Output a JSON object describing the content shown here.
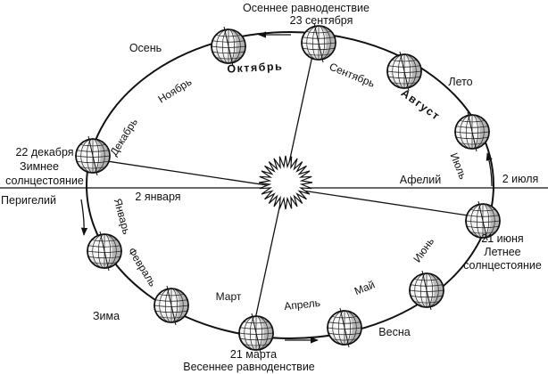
{
  "events": {
    "autumn_equinox": {
      "title": "Осеннее равноденствие",
      "date": "23 сентября"
    },
    "winter_solstice": {
      "date": "22 декабря",
      "title_1": "Зимнее",
      "title_2": "солнцестояние"
    },
    "spring_equinox": {
      "date": "21 марта",
      "title": "Весеннее равноденствие"
    },
    "summer_solstice": {
      "date": "21 июня",
      "title_1": "Летнее",
      "title_2": "солнцестояние"
    }
  },
  "apsides": {
    "perihelion": "Перигелий",
    "perihelion_date": "2 января",
    "aphelion": "Афелий",
    "aphelion_date": "2 июля"
  },
  "seasons": {
    "autumn": "Осень",
    "summer": "Лето",
    "winter": "Зима",
    "spring": "Весна"
  },
  "months": {
    "oct": "Октябрь",
    "nov": "Ноябрь",
    "dec": "Декабрь",
    "sep": "Сентябрь",
    "aug": "Август",
    "jul": "Июль",
    "jun": "Июнь",
    "may": "Май",
    "apr": "Апрель",
    "mar": "Март",
    "feb": "Февраль",
    "jan": "Январь"
  }
}
